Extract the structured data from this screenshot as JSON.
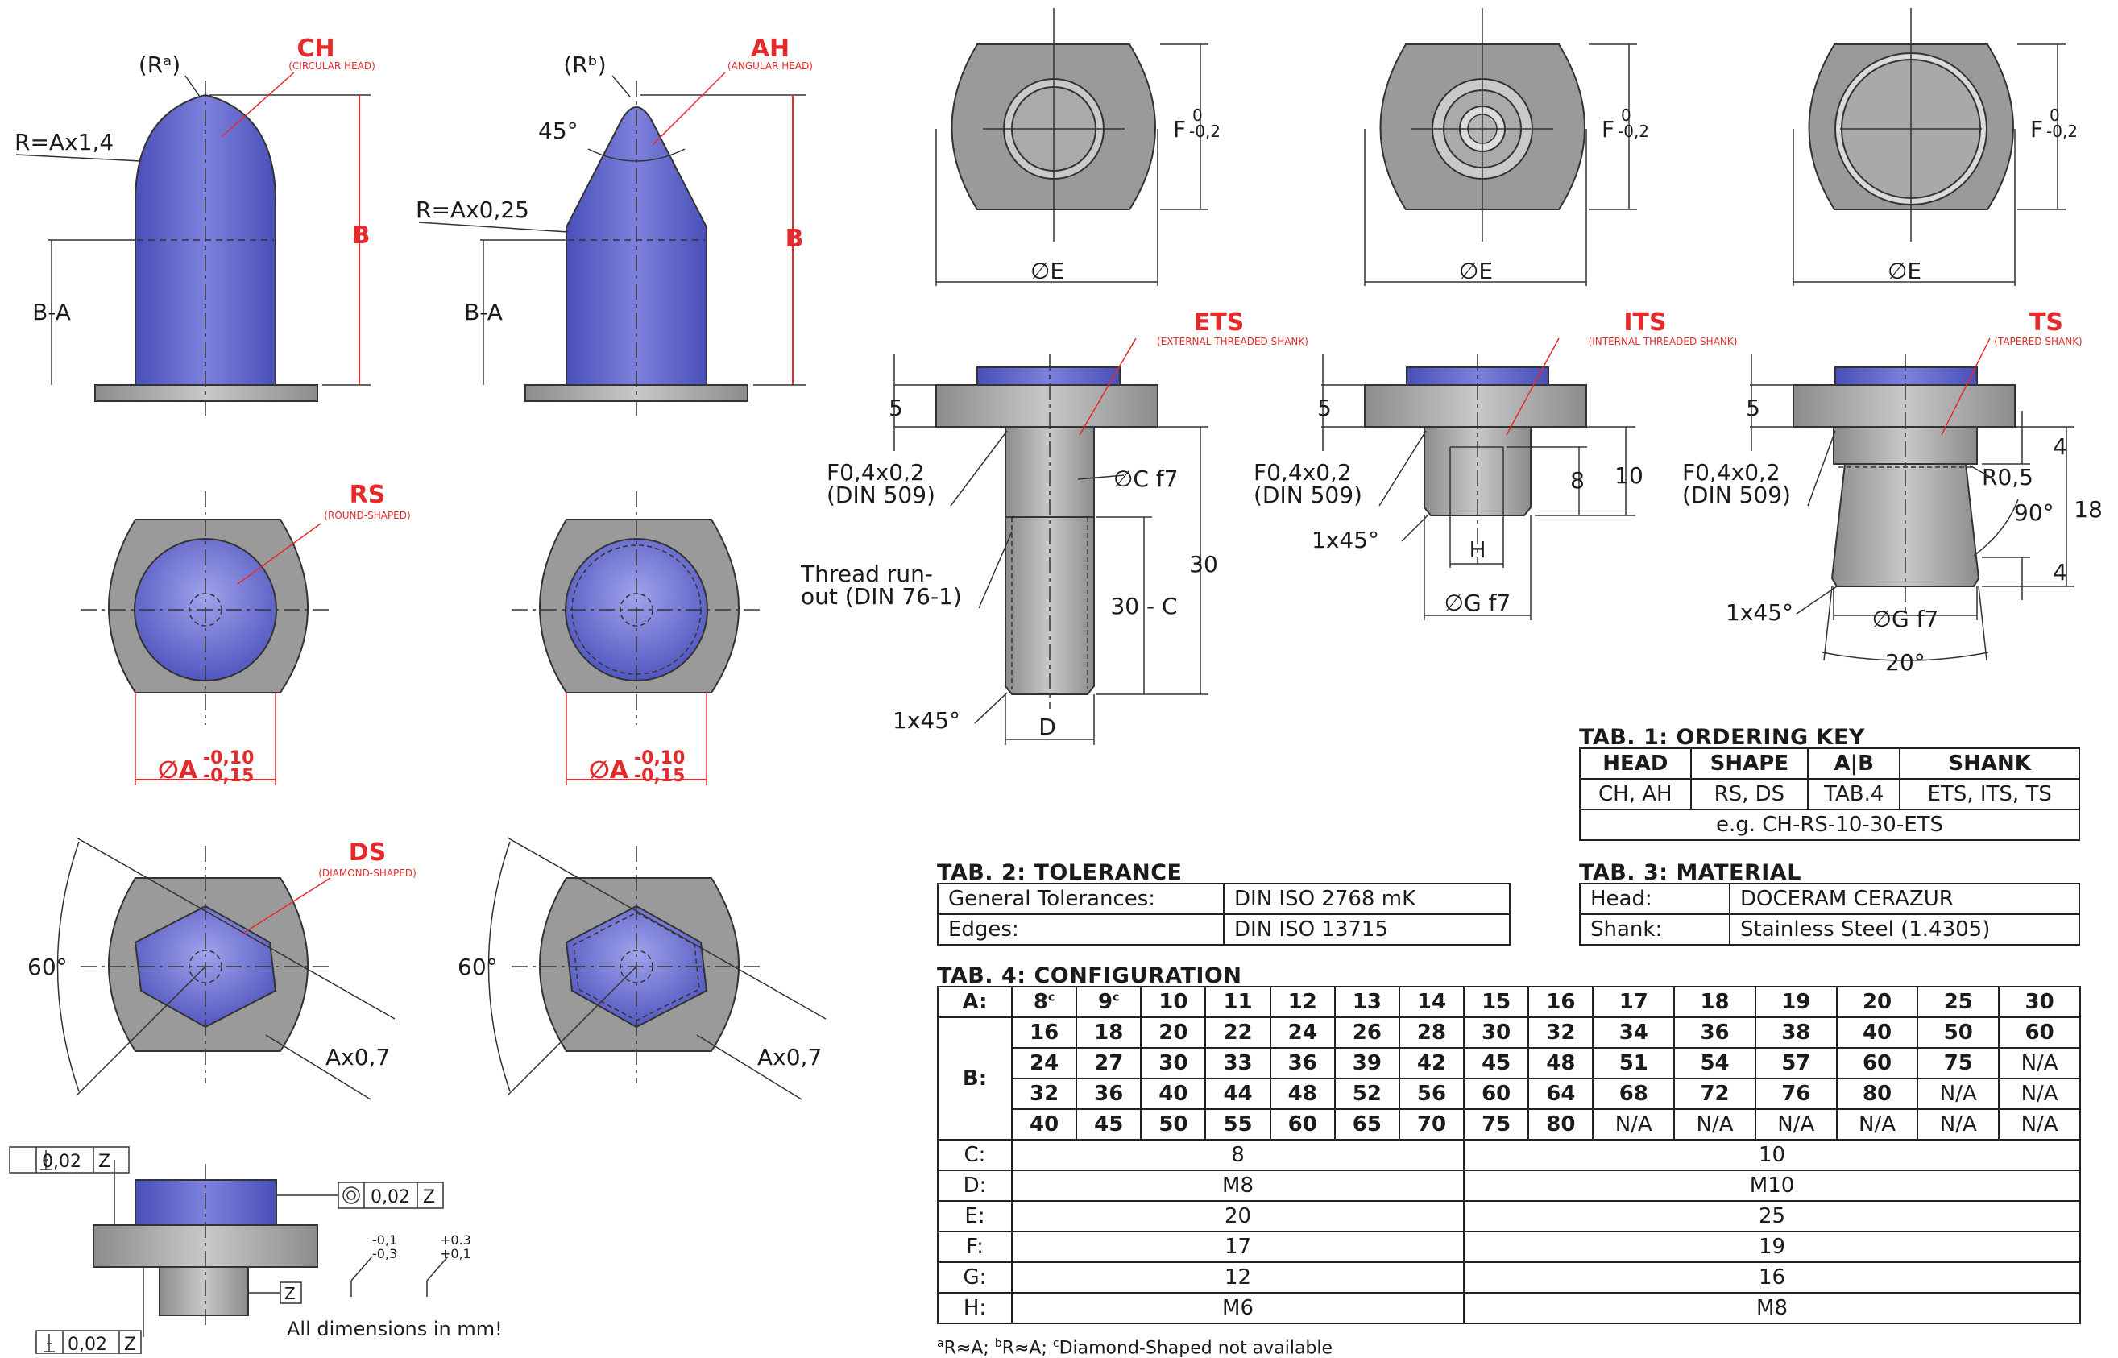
{
  "colors": {
    "accent_red": "#e32b2b",
    "ceramic_blue": "#5a5ec4",
    "steel_gray": "#9a9a9a"
  },
  "heads": {
    "ch": {
      "code": "CH",
      "desc": "(CIRCULAR HEAD)",
      "radius_ref": "(Rᵃ)",
      "radius": "R=Ax1,4",
      "height": "B",
      "cyl": "B-A"
    },
    "ah": {
      "code": "AH",
      "desc": "(ANGULAR HEAD)",
      "radius_ref": "(Rᵇ)",
      "radius": "R=Ax0,25",
      "angle": "45°",
      "height": "B",
      "cyl": "B-A"
    }
  },
  "shapes": {
    "rs": {
      "code": "RS",
      "desc": "(ROUND-SHAPED)",
      "dim_a": "∅A",
      "tol_upper": "-0,10",
      "tol_lower": "-0,15"
    },
    "ds": {
      "code": "DS",
      "desc": "(DIAMOND-SHAPED)",
      "angle": "60°",
      "flat": "Ax0,7"
    }
  },
  "top_views": {
    "f_dim": "F",
    "f_tol_upper": "0",
    "f_tol_lower": "-0,2",
    "e_dim": "∅E"
  },
  "shanks": {
    "ets": {
      "code": "ETS",
      "desc": "(EXTERNAL THREADED SHANK)",
      "flange": "5",
      "chamfer": "F0,4x0,2",
      "chamfer_std": "(DIN 509)",
      "dia_c": "∅C f7",
      "thread1": "Thread run-",
      "thread2": "out (DIN 76-1)",
      "len": "30",
      "thread_len": "30 - C",
      "end_chamfer": "1x45°",
      "d": "D"
    },
    "its": {
      "code": "ITS",
      "desc": "(INTERNAL THREADED SHANK)",
      "flange": "5",
      "chamfer": "F0,4x0,2",
      "chamfer_std": "(DIN 509)",
      "depth1": "8",
      "depth2": "10",
      "end_chamfer": "1x45°",
      "h": "H",
      "g": "∅G f7"
    },
    "ts": {
      "code": "TS",
      "desc": "(TAPERED SHANK)",
      "flange": "5",
      "chamfer": "F0,4x0,2",
      "chamfer_std": "(DIN 509)",
      "top": "4",
      "r": "R0,5",
      "angle90": "90°",
      "total": "18",
      "bottom": "4",
      "end_chamfer": "1x45°",
      "g": "∅G f7",
      "angle20": "20°"
    }
  },
  "gdt": {
    "perp_top": "0,02",
    "perp_bot": "0,02",
    "conc": "0,02",
    "datum": "Z",
    "tol_a1": "-0,1",
    "tol_a2": "-0,3",
    "tol_b1": "+0.3",
    "tol_b2": "+0,1"
  },
  "all_dims": "All dimensions in mm!",
  "tab1": {
    "title": "TAB. 1: ORDERING KEY",
    "headers": [
      "HEAD",
      "SHAPE",
      "A|B",
      "SHANK"
    ],
    "row": [
      "CH, AH",
      "RS, DS",
      "TAB.4",
      "ETS, ITS, TS"
    ],
    "example": "e.g. CH-RS-10-30-ETS"
  },
  "tab2": {
    "title": "TAB. 2: TOLERANCE",
    "rows": [
      [
        "General Tolerances:",
        "DIN ISO 2768 mK"
      ],
      [
        "Edges:",
        "DIN ISO 13715"
      ]
    ]
  },
  "tab3": {
    "title": "TAB. 3: MATERIAL",
    "rows": [
      [
        "Head:",
        "DOCERAM CERAZUR"
      ],
      [
        "Shank:",
        "Stainless Steel (1.4305)"
      ]
    ]
  },
  "tab4": {
    "title": "TAB. 4: CONFIGURATION",
    "label_a": "A:",
    "a": [
      "8",
      "9",
      "10",
      "11",
      "12",
      "13",
      "14",
      "15",
      "16",
      "17",
      "18",
      "19",
      "20",
      "25",
      "30"
    ],
    "a_sup": [
      "c",
      "c",
      "",
      "",
      "",
      "",
      "",
      "",
      "",
      "",
      "",
      "",
      "",
      "",
      ""
    ],
    "label_b": "B:",
    "b": [
      [
        "16",
        "18",
        "20",
        "22",
        "24",
        "26",
        "28",
        "30",
        "32",
        "34",
        "36",
        "38",
        "40",
        "50",
        "60"
      ],
      [
        "24",
        "27",
        "30",
        "33",
        "36",
        "39",
        "42",
        "45",
        "48",
        "51",
        "54",
        "57",
        "60",
        "75",
        "N/A"
      ],
      [
        "32",
        "36",
        "40",
        "44",
        "48",
        "52",
        "56",
        "60",
        "64",
        "68",
        "72",
        "76",
        "80",
        "N/A",
        "N/A"
      ],
      [
        "40",
        "45",
        "50",
        "55",
        "60",
        "65",
        "70",
        "75",
        "80",
        "N/A",
        "N/A",
        "N/A",
        "N/A",
        "N/A",
        "N/A"
      ]
    ],
    "rest": [
      {
        "label": "C:",
        "v1": "8",
        "v2": "10"
      },
      {
        "label": "D:",
        "v1": "M8",
        "v2": "M10"
      },
      {
        "label": "E:",
        "v1": "20",
        "v2": "25"
      },
      {
        "label": "F:",
        "v1": "17",
        "v2": "19"
      },
      {
        "label": "G:",
        "v1": "12",
        "v2": "16"
      },
      {
        "label": "H:",
        "v1": "M6",
        "v2": "M8"
      }
    ]
  },
  "footnote": {
    "a": "R≈",
    "b": "R≈",
    "c": "Diamond-Shaped not available"
  }
}
